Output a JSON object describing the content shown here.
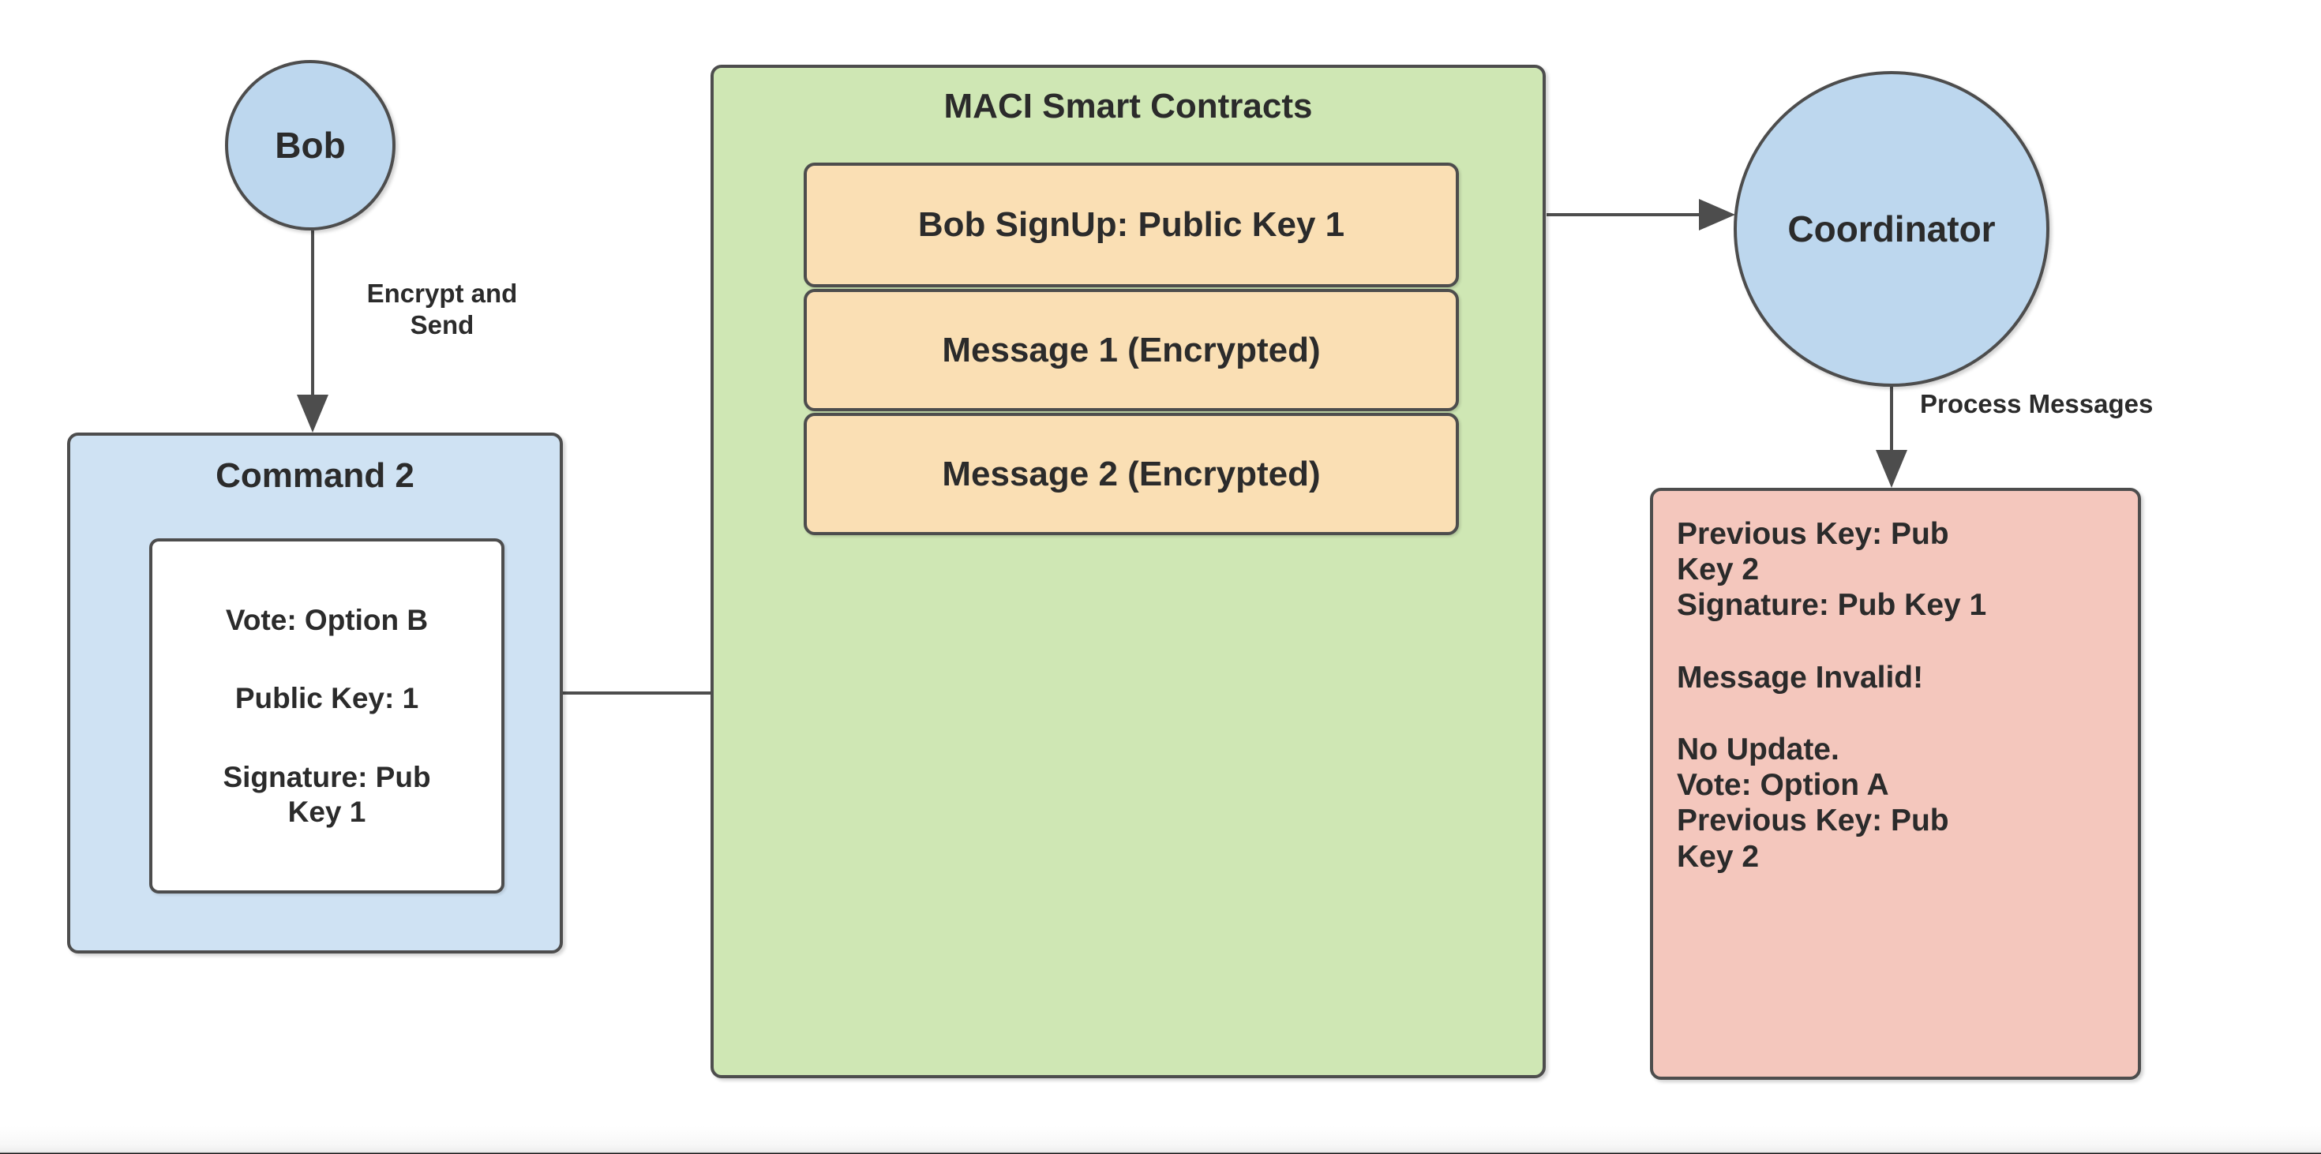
{
  "diagram": {
    "title": "MACI vote-with-invalid-key flow",
    "colors": {
      "actor_fill": "#bdd7ee",
      "command_fill": "#cfe2f3",
      "contracts_fill": "#cfe7b4",
      "message_fill": "#fadfb4",
      "result_fill": "#f4c7bd",
      "stroke": "#4d4d4d",
      "text": "#2b2b2b"
    },
    "nodes": {
      "bob": {
        "label": "Bob",
        "shape": "circle"
      },
      "coordinator": {
        "label": "Coordinator",
        "shape": "circle"
      },
      "command": {
        "title": "Command 2",
        "details": [
          "Vote: Option B",
          "Public Key: 1",
          "Signature: Pub\nKey 1"
        ]
      },
      "maci": {
        "title": "MACI Smart Contracts",
        "items": [
          {
            "label": "Bob SignUp: Public Key 1"
          },
          {
            "label": "Message 1 (Encrypted)"
          },
          {
            "label": "Message 2 (Encrypted)"
          }
        ]
      },
      "result": {
        "lines": [
          "Previous Key: Pub",
          "Key 2",
          "Signature: Pub Key 1",
          "",
          "Message Invalid!",
          "",
          "No Update.",
          "Vote: Option A",
          "Previous Key: Pub",
          "Key 2"
        ]
      }
    },
    "edges": {
      "bob_to_command": {
        "label": "Encrypt and\nSend"
      },
      "command_to_message2": {
        "label": ""
      },
      "maci_to_coordinator": {
        "label": ""
      },
      "coordinator_to_result": {
        "label": "Process Messages"
      }
    }
  }
}
